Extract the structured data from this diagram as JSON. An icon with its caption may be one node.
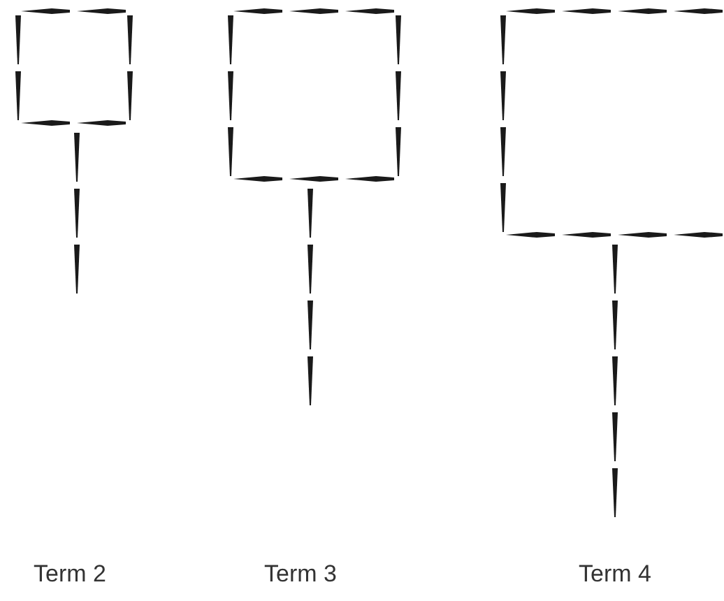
{
  "diagram": {
    "labels": [
      "Term 2",
      "Term 3",
      "Term 4"
    ]
  }
}
